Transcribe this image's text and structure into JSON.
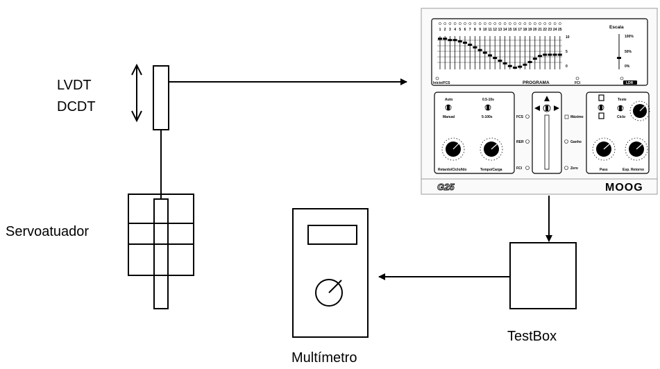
{
  "labels": {
    "sensor_line1": "LVDT",
    "sensor_line2": "DCDT",
    "actuator": "Servoatuador",
    "meter": "Multímetro",
    "testbox": "TestBox"
  },
  "controller": {
    "brand": "MOOG",
    "model": "G25",
    "steps": [
      "1",
      "2",
      "3",
      "4",
      "5",
      "6",
      "7",
      "8",
      "9",
      "10",
      "11",
      "12",
      "13",
      "14",
      "15",
      "16",
      "17",
      "18",
      "19",
      "20",
      "21",
      "22",
      "23",
      "24",
      "25"
    ],
    "program_levels": [
      0.92,
      0.92,
      0.88,
      0.88,
      0.84,
      0.8,
      0.74,
      0.66,
      0.58,
      0.5,
      0.42,
      0.34,
      0.26,
      0.18,
      0.1,
      0.05,
      0.08,
      0.14,
      0.22,
      0.32,
      0.4,
      0.44,
      0.44,
      0.44,
      0.44
    ],
    "escala_label": "Escala",
    "escala_ticks": [
      "100%",
      "50%",
      "0%"
    ],
    "scale_left_ticks": [
      "10",
      "5",
      "0"
    ],
    "program_label": "PROGRAMA",
    "inicio_label": "Início/FCS",
    "fci_label": "FCI",
    "ldr_label": "LDR",
    "left_panel": {
      "auto": "Auto",
      "manual": "Manual",
      "range_top": "0.5-10s",
      "range_bottom": "5-100s",
      "knob1": "Retardo/Ciclo/ldo",
      "knob2": "Tempo/Carga"
    },
    "center_panel": {
      "fcs": "FCS",
      "rer": "RER",
      "fci": "FCI",
      "maximo": "Máximo",
      "ganho": "Ganho",
      "zero": "Zero"
    },
    "right_panel": {
      "teste": "Teste",
      "ciclo": "Ciclo",
      "knob1": "Pass",
      "knob2": "Esp. Retorno"
    }
  }
}
